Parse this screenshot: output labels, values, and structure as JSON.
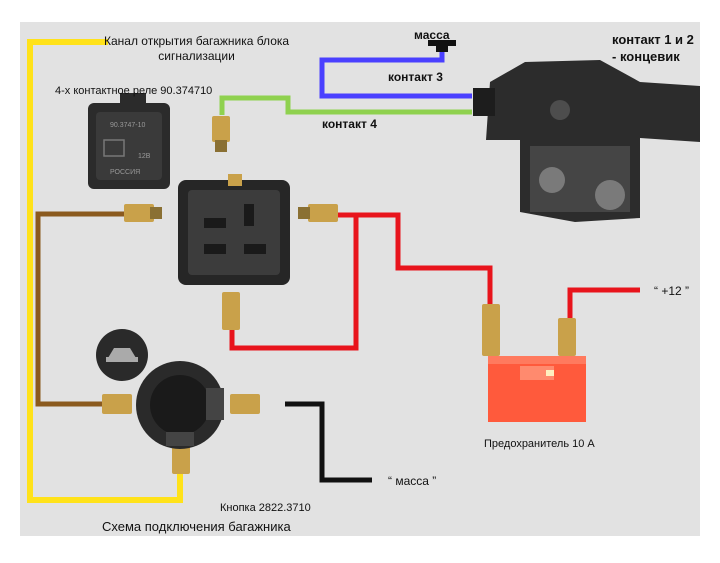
{
  "labels": {
    "alarm_channel_line1": "Канал открытия багажника блока",
    "alarm_channel_line2": "сигнализации",
    "relay": "4-х контактное реле 90.374710",
    "massa_top": "масса",
    "contact3": "контакт 3",
    "contact4": "контакт 4",
    "contact12_line1": "контакт 1 и 2",
    "contact12_line2": "- концевик",
    "plus12": "“ +12 ”",
    "fuse": "Предохранитель 10 А",
    "massa_bottom": "“ масса ”",
    "button": "Кнопка 2822.3710",
    "title": "Схема подключения багажника"
  },
  "relay_face": {
    "line1": "90.3747-10",
    "line2": "12В",
    "line3": "РОССИЯ"
  },
  "colors": {
    "yellow": "#ffe21a",
    "green": "#8fd14f",
    "blue": "#4a40ff",
    "red": "#e8141c",
    "brown": "#8b5a1e",
    "black": "#111111",
    "fuse": "#ff5a3c"
  }
}
